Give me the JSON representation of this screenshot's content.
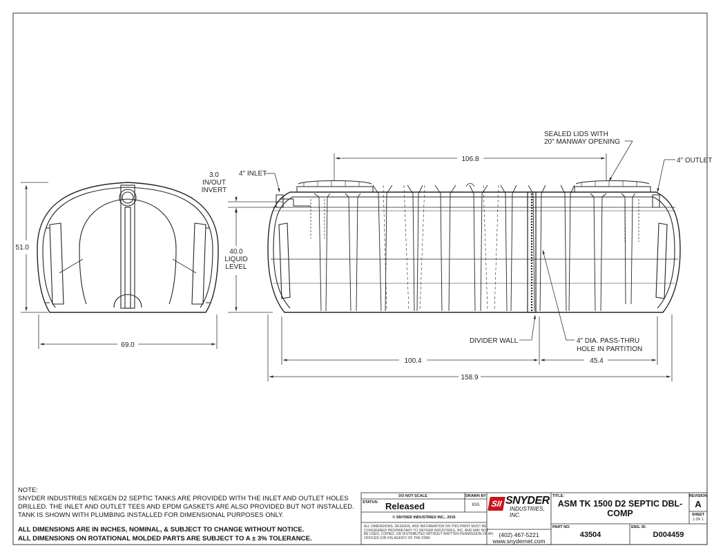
{
  "drawing": {
    "callouts": {
      "inlet": "4\" INLET",
      "outlet": "4\" OUTLET",
      "invert": [
        "3.0",
        "IN/OUT",
        "INVERT"
      ],
      "liquid": [
        "40.0",
        "LIQUID",
        "LEVEL"
      ],
      "lids": [
        "SEALED LIDS WITH",
        "20\" MANWAY OPENING"
      ],
      "divider_wall": "DIVIDER WALL",
      "pass_thru": [
        "4\" DIA. PASS-THRU",
        "HOLE IN PARTITION"
      ]
    },
    "dimensions": {
      "height": "51.0",
      "width": "69.0",
      "lid_span": "106.8",
      "comp1": "100.4",
      "comp2": "45.4",
      "overall": "158.9"
    }
  },
  "notes": {
    "heading": "NOTE:",
    "lines": [
      "SNYDER INDUSTRIES NEXGEN D2 SEPTIC TANKS ARE PROVIDED WITH THE INLET AND OUTLET HOLES",
      "DRILLED.  THE INLET AND OUTLET TEES AND EPDM GASKETS ARE ALSO PROVIDED BUT NOT INSTALLED.",
      "TANK IS SHOWN WITH PLUMBING INSTALLED FOR DIMENSIONAL PURPOSES ONLY."
    ],
    "warnings": [
      "ALL DIMENSIONS ARE IN INCHES, NOMINAL, & SUBJECT TO CHANGE WITHOUT NOTICE.",
      "ALL DIMENSIONS ON ROTATIONAL MOLDED PARTS ARE SUBJECT TO A ± 3% TOLERANCE."
    ]
  },
  "title_block": {
    "do_not_scale": "DO NOT SCALE",
    "drawn_by_label": "DRAWN BY",
    "drawn_by": "IGG",
    "status_label": "STATUS:",
    "status": "Released",
    "copyright": "© SNYDER INDUSTRIES INC., 2015",
    "disclaimer": [
      "ALL DIMENSIONS, DESIGNS, AND INFORMATION ON THIS PRINT MUST BE",
      "CONSIDERED PROPRIETARY TO SNYDER INDUSTRIES, INC. AND MAY NOT",
      "BE USED, COPIED, OR DISTRIBUTED WITHOUT WRITTEN PERMISSION OF AN",
      "OFFICER (OR HIS AGENT) OF THE FIRM."
    ],
    "logo_mark": "SII",
    "logo_name": "SNYDER",
    "logo_sub": "INDUSTRIES, INC.",
    "phone": "(402) 467-5221",
    "website": "www.snydernet.com",
    "title_label": "TITLE:",
    "title": [
      "ASM TK 1500 D2 SEPTIC DBL-",
      "COMP"
    ],
    "revision_label": "REVISION",
    "revision": "A",
    "sheet_label": "SHEET",
    "sheet": "1 OF 1",
    "part_label": "PART NO.",
    "part_no": "43504",
    "eng_label": "ENG. ID.",
    "eng_id": "D004459"
  }
}
